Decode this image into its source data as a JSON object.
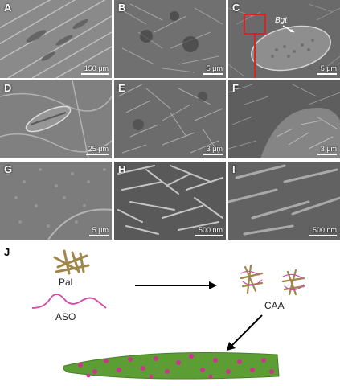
{
  "panels": [
    {
      "id": "A",
      "label": "A",
      "scale": "150 μm"
    },
    {
      "id": "B",
      "label": "B",
      "scale": "5 μm"
    },
    {
      "id": "C",
      "label": "C",
      "scale": "5 μm",
      "annotation": "Bgt"
    },
    {
      "id": "D",
      "label": "D",
      "scale": "25 μm"
    },
    {
      "id": "E",
      "label": "E",
      "scale": "3 μm"
    },
    {
      "id": "F",
      "label": "F",
      "scale": "3 μm"
    },
    {
      "id": "G",
      "label": "G",
      "scale": "5 μm"
    },
    {
      "id": "H",
      "label": "H",
      "scale": "500 nm"
    },
    {
      "id": "I",
      "label": "I",
      "scale": "500 nm"
    }
  ],
  "scheme": {
    "label": "J",
    "pal": "Pal",
    "aso": "ASO",
    "caa": "CAA"
  },
  "colors": {
    "pal_fiber": "#a0864a",
    "aso_wave": "#d04aa6",
    "leaf_green": "#5d9e34",
    "dots_magenta": "#d0338f",
    "highlight_box": "#dd2222"
  }
}
